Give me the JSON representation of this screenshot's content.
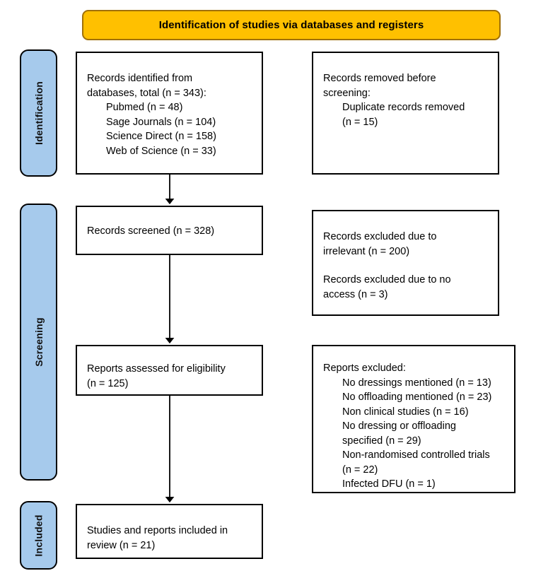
{
  "header": {
    "title": "Identification of studies via databases and registers",
    "background_color": "#FFC000",
    "text_color": "#000000"
  },
  "stages": [
    {
      "id": "identification",
      "label": "Identification"
    },
    {
      "id": "screening",
      "label": "Screening"
    },
    {
      "id": "included",
      "label": "Included"
    }
  ],
  "stage_style": {
    "background_color": "#A6CAEC",
    "border_color": "#000000"
  },
  "boxes": {
    "identified": {
      "lines": [
        {
          "text": "Records identified from",
          "indent": false
        },
        {
          "text": "databases, total (n = 343):",
          "indent": false
        },
        {
          "text": "Pubmed (n = 48)",
          "indent": true
        },
        {
          "text": "Sage Journals (n = 104)",
          "indent": true
        },
        {
          "text": "Science Direct (n = 158)",
          "indent": true
        },
        {
          "text": "Web of Science (n = 33)",
          "indent": true
        }
      ]
    },
    "removed": {
      "lines": [
        {
          "text": "Records removed before",
          "indent": false
        },
        {
          "text": "screening:",
          "indent": false
        },
        {
          "text": "Duplicate records removed",
          "indent": true
        },
        {
          "text": "(n = 15)",
          "indent": true
        }
      ]
    },
    "screened": {
      "lines": [
        {
          "text": "Records screened (n = 328)",
          "indent": false
        }
      ]
    },
    "excluded_screening": {
      "lines": [
        {
          "text": "Records excluded due to",
          "indent": false
        },
        {
          "text": "irrelevant (n = 200)",
          "indent": false
        },
        {
          "text": "",
          "indent": false
        },
        {
          "text": "Records excluded due to no",
          "indent": false
        },
        {
          "text": "access (n = 3)",
          "indent": false
        }
      ]
    },
    "eligibility": {
      "lines": [
        {
          "text": "Reports assessed for eligibility",
          "indent": false
        },
        {
          "text": "(n = 125)",
          "indent": false
        }
      ]
    },
    "excluded_reports": {
      "lines": [
        {
          "text": "Reports excluded:",
          "indent": false
        },
        {
          "text": "No dressings mentioned (n = 13)",
          "indent": true
        },
        {
          "text": "No offloading mentioned (n = 23)",
          "indent": true
        },
        {
          "text": "Non clinical studies (n = 16)",
          "indent": true
        },
        {
          "text": "No dressing or offloading",
          "indent": true
        },
        {
          "text": "specified (n = 29)",
          "indent": true
        },
        {
          "text": "Non-randomised controlled trials",
          "indent": true
        },
        {
          "text": "(n = 22)",
          "indent": true
        },
        {
          "text": "Infected DFU (n = 1)",
          "indent": true
        }
      ]
    },
    "included": {
      "lines": [
        {
          "text": "Studies and reports included in",
          "indent": false
        },
        {
          "text": "review (n = 21)",
          "indent": false
        }
      ]
    }
  },
  "connectors": [
    {
      "id": "identified-to-screened",
      "from": "identified",
      "to": "screened",
      "direction": "down"
    },
    {
      "id": "screened-to-eligibility",
      "from": "screened",
      "to": "eligibility",
      "direction": "down"
    },
    {
      "id": "eligibility-to-included",
      "from": "eligibility",
      "to": "included",
      "direction": "down"
    }
  ]
}
